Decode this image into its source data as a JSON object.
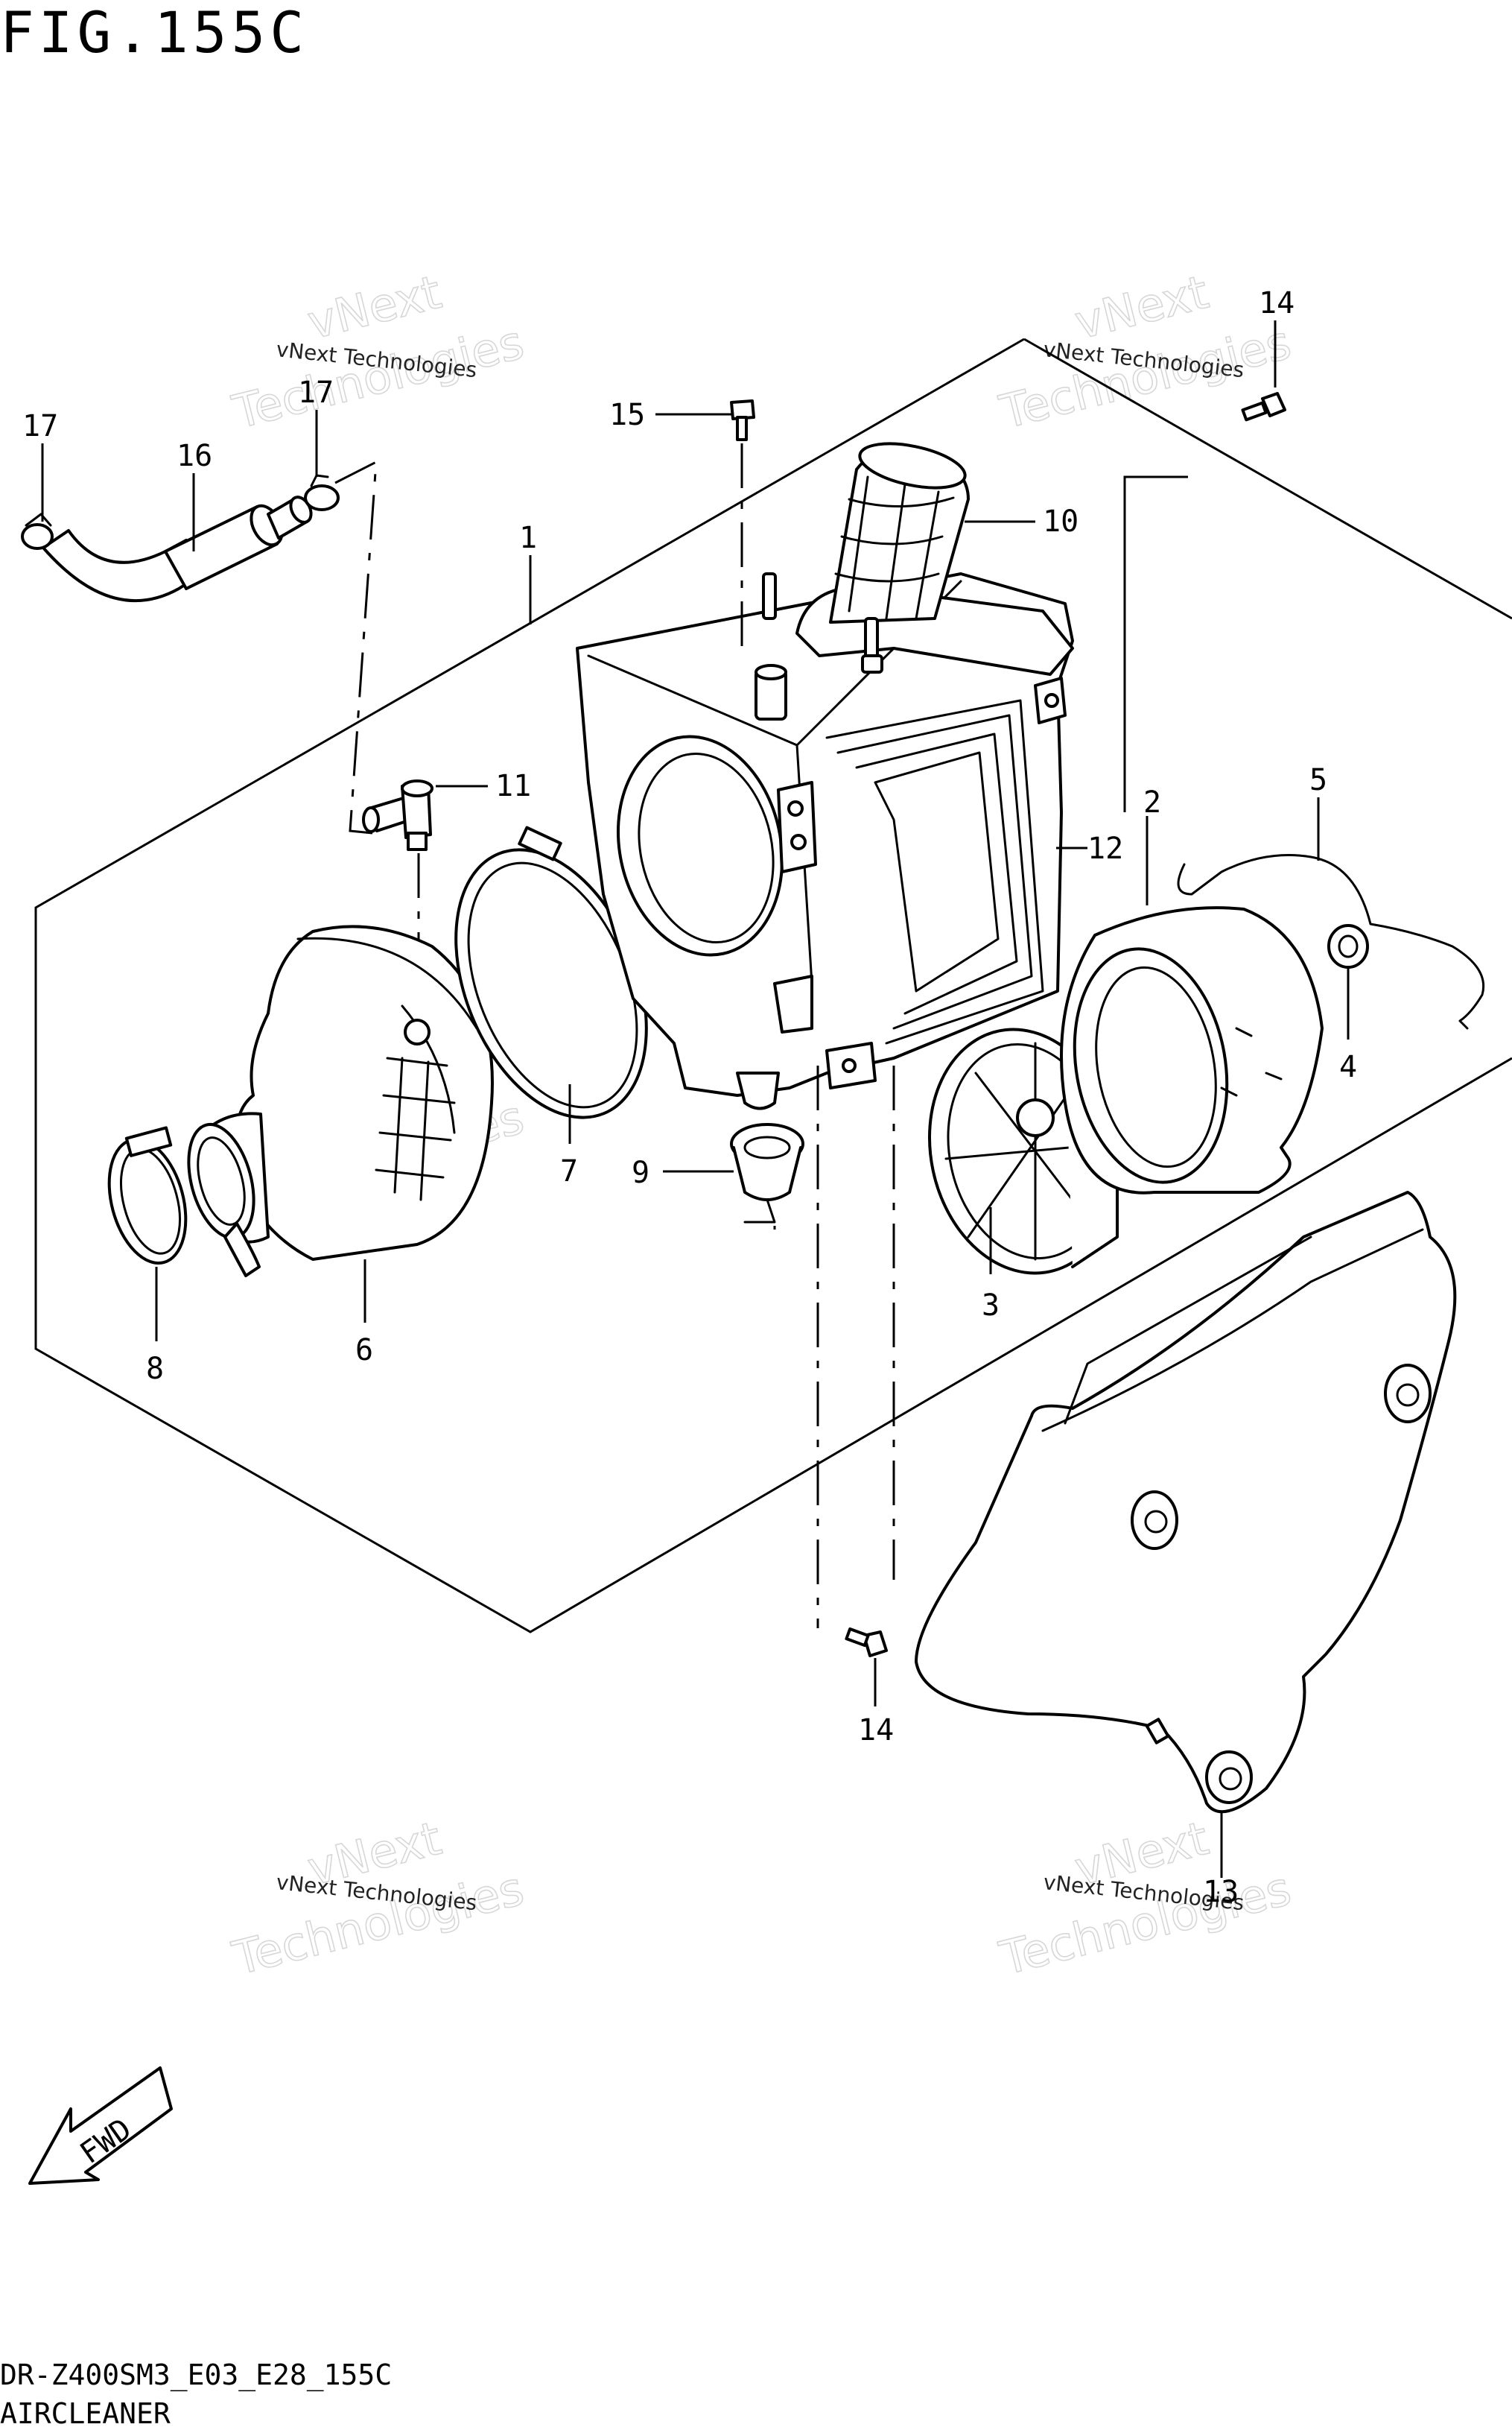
{
  "figure": {
    "title": "FIG.155C",
    "code": "DR-Z400SM3_E03_E28_155C",
    "caption": "AIRCLEANER"
  },
  "watermark": {
    "line1": "vNext Technologies",
    "line2": "vNext",
    "line3": "Technologies"
  },
  "fwd_label": "FWD",
  "callouts": {
    "c1": "1",
    "c2": "2",
    "c3": "3",
    "c4": "4",
    "c5": "5",
    "c6": "6",
    "c7": "7",
    "c8": "8",
    "c9": "9",
    "c10": "10",
    "c11": "11",
    "c12": "12",
    "c13": "13",
    "c14_top": "14",
    "c14_bottom": "14",
    "c15": "15",
    "c16": "16",
    "c17_left": "17",
    "c17_right": "17"
  }
}
